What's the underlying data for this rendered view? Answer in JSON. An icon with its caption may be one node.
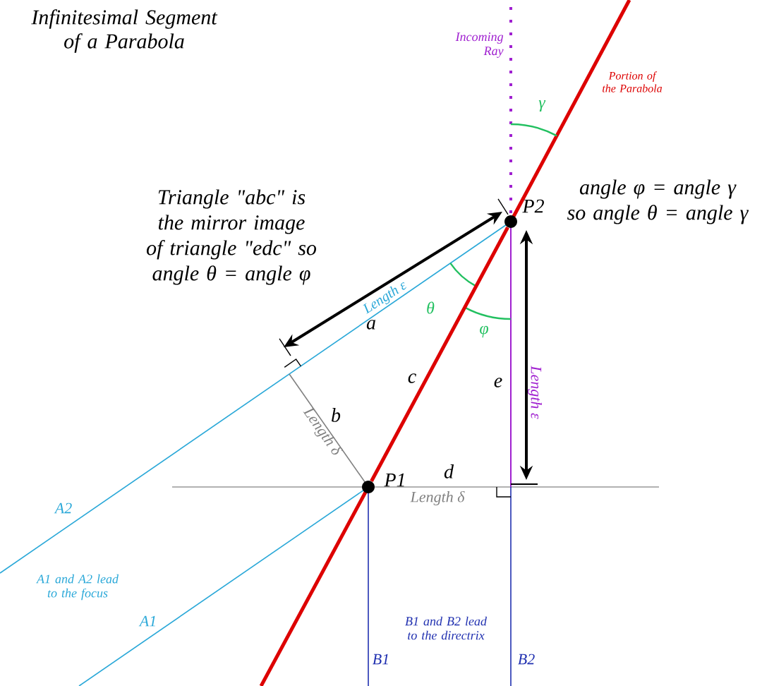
{
  "diagram": {
    "title": "Infinitesimal Segment of a Parabola",
    "nodes": [
      {
        "text": [],
        "shape": "circle",
        "beside": [
          "P1"
        ]
      },
      {
        "text": [],
        "shape": "circle",
        "beside": [
          "P2"
        ]
      }
    ],
    "edges": [
      {
        "from": 0,
        "to": 1,
        "arrow": "none",
        "label": "c",
        "color": "#dd0000"
      }
    ],
    "labels": [
      "Incoming Ray",
      "Portion of the Parabola",
      "γ",
      "angle φ = angle γ so angle θ = angle γ",
      "Triangle \"abc\" is the mirror image of triangle \"edc\" so angle θ = angle φ",
      "Length ε",
      "a",
      "θ",
      "φ",
      "e",
      "Length ε",
      "b",
      "Length δ",
      "d",
      "Length δ",
      "A2",
      "A1 and A2 lead to the focus",
      "A1",
      "B1 and B2 lead to the directrix",
      "B1",
      "B2"
    ]
  }
}
